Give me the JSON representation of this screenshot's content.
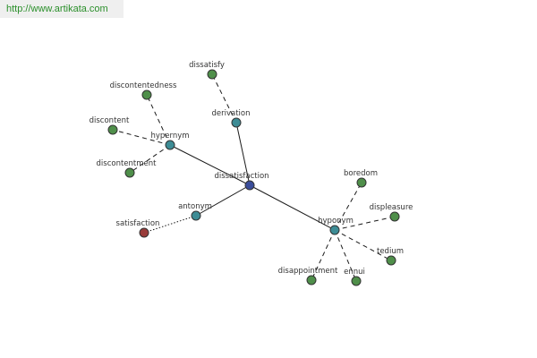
{
  "source_url": "http://www.artikata.com",
  "colors": {
    "center": "#3a4d9a",
    "relation": "#3d8c95",
    "word": "#4f8f4a",
    "antonym_word": "#993c3a",
    "url_text": "#2a8f2a"
  },
  "nodes": [
    {
      "id": "dissatisfaction",
      "label": "dissatisfaction",
      "kind": "center"
    },
    {
      "id": "hypernym",
      "label": "hypernym",
      "kind": "relation"
    },
    {
      "id": "derivation",
      "label": "derivation",
      "kind": "relation"
    },
    {
      "id": "antonym",
      "label": "antonym",
      "kind": "relation"
    },
    {
      "id": "hyponym",
      "label": "hyponym",
      "kind": "relation"
    },
    {
      "id": "dissatisfy",
      "label": "dissatisfy",
      "kind": "word"
    },
    {
      "id": "discontentedness",
      "label": "discontentedness",
      "kind": "word"
    },
    {
      "id": "discontent",
      "label": "discontent",
      "kind": "word"
    },
    {
      "id": "discontentment",
      "label": "discontentment",
      "kind": "word"
    },
    {
      "id": "satisfaction",
      "label": "satisfaction",
      "kind": "antonym_word"
    },
    {
      "id": "boredom",
      "label": "boredom",
      "kind": "word"
    },
    {
      "id": "displeasure",
      "label": "displeasure",
      "kind": "word"
    },
    {
      "id": "tedium",
      "label": "tedium",
      "kind": "word"
    },
    {
      "id": "disappointment",
      "label": "disappointment",
      "kind": "word"
    },
    {
      "id": "ennui",
      "label": "ennui",
      "kind": "word"
    }
  ],
  "edges": [
    {
      "from": "dissatisfaction",
      "to": "hypernym",
      "style": "solid"
    },
    {
      "from": "dissatisfaction",
      "to": "derivation",
      "style": "solid"
    },
    {
      "from": "dissatisfaction",
      "to": "antonym",
      "style": "solid"
    },
    {
      "from": "dissatisfaction",
      "to": "hyponym",
      "style": "solid"
    },
    {
      "from": "hypernym",
      "to": "discontentedness",
      "style": "dashed"
    },
    {
      "from": "hypernym",
      "to": "discontent",
      "style": "dashed"
    },
    {
      "from": "hypernym",
      "to": "discontentment",
      "style": "dashed"
    },
    {
      "from": "derivation",
      "to": "dissatisfy",
      "style": "dashed"
    },
    {
      "from": "antonym",
      "to": "satisfaction",
      "style": "dotted"
    },
    {
      "from": "hyponym",
      "to": "boredom",
      "style": "dashed"
    },
    {
      "from": "hyponym",
      "to": "displeasure",
      "style": "dashed"
    },
    {
      "from": "hyponym",
      "to": "tedium",
      "style": "dashed"
    },
    {
      "from": "hyponym",
      "to": "disappointment",
      "style": "dashed"
    },
    {
      "from": "hyponym",
      "to": "ennui",
      "style": "dashed"
    }
  ]
}
